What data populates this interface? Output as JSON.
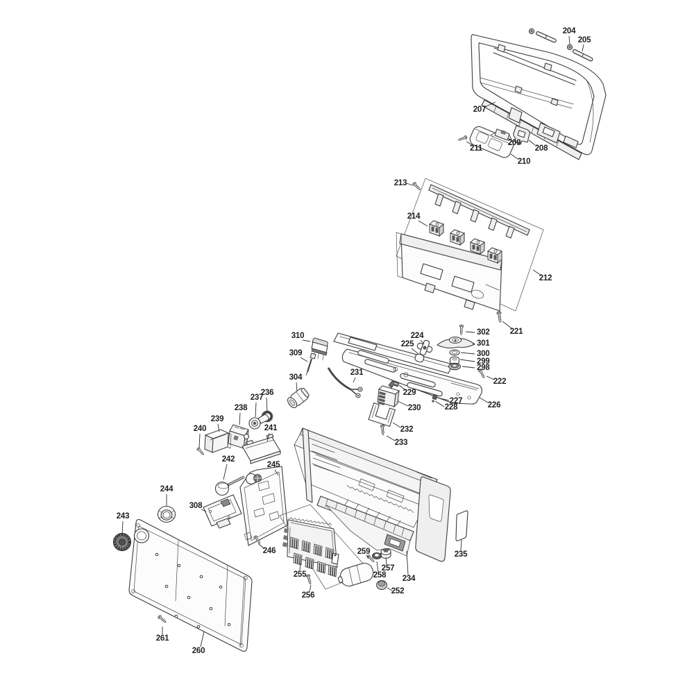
{
  "diagram": {
    "type": "exploded-parts-diagram",
    "background_color": "#ffffff",
    "line_color": "#3a3a3a",
    "label_color": "#1d1d1d",
    "callouts": [
      {
        "n": "204",
        "label": [
          820,
          48
        ],
        "line": [
          820,
          52,
          821,
          64
        ]
      },
      {
        "n": "205",
        "label": [
          842,
          61
        ],
        "line": [
          841,
          64,
          839,
          74
        ]
      },
      {
        "n": "207",
        "label": [
          691,
          161
        ],
        "line": [
          699,
          154,
          714,
          147
        ]
      },
      {
        "n": "208",
        "label": [
          780,
          217
        ],
        "line": [
          771,
          209,
          762,
          202
        ]
      },
      {
        "n": "209",
        "label": [
          741,
          209
        ],
        "line": [
          737,
          201,
          734,
          195
        ]
      },
      {
        "n": "210",
        "label": [
          755,
          236
        ],
        "line": [
          746,
          229,
          736,
          222
        ]
      },
      {
        "n": "211",
        "label": [
          686,
          217
        ],
        "line": [
          680,
          209,
          672,
          204
        ]
      },
      {
        "n": "212",
        "label": [
          786,
          404
        ],
        "line": [
          779,
          396,
          768,
          389
        ]
      },
      {
        "n": "213",
        "label": [
          577,
          267
        ],
        "line": [
          586,
          264,
          594,
          267
        ]
      },
      {
        "n": "214",
        "label": [
          596,
          315
        ],
        "line": [
          603,
          318,
          616,
          326
        ]
      },
      {
        "n": "221",
        "label": [
          744,
          481
        ],
        "line": [
          737,
          473,
          724,
          463
        ]
      },
      {
        "n": "222",
        "label": [
          720,
          553
        ],
        "line": [
          712,
          547,
          701,
          542
        ]
      },
      {
        "n": "224",
        "label": [
          601,
          487
        ],
        "line": [
          606,
          490,
          611,
          496
        ]
      },
      {
        "n": "225",
        "label": [
          587,
          499
        ],
        "line": [
          593,
          502,
          603,
          510
        ]
      },
      {
        "n": "226",
        "label": [
          712,
          587
        ],
        "line": [
          703,
          580,
          691,
          573
        ]
      },
      {
        "n": "227",
        "label": [
          657,
          581
        ],
        "line": [
          647,
          577,
          630,
          573
        ]
      },
      {
        "n": "228",
        "label": [
          650,
          590
        ],
        "line": [
          640,
          586,
          627,
          578
        ]
      },
      {
        "n": "229",
        "label": [
          590,
          569
        ],
        "line": [
          584,
          562,
          575,
          555
        ]
      },
      {
        "n": "230",
        "label": [
          597,
          591
        ],
        "line": [
          588,
          585,
          573,
          578
        ]
      },
      {
        "n": "231",
        "label": [
          514,
          540
        ],
        "line": [
          512,
          544,
          509,
          551
        ]
      },
      {
        "n": "232",
        "label": [
          586,
          622
        ],
        "line": [
          577,
          616,
          566,
          609
        ]
      },
      {
        "n": "233",
        "label": [
          578,
          641
        ],
        "line": [
          569,
          635,
          557,
          628
        ]
      },
      {
        "n": "234",
        "label": [
          589,
          837
        ],
        "line": [
          588,
          828,
          586,
          794
        ]
      },
      {
        "n": "235",
        "label": [
          664,
          802
        ],
        "line": [
          664,
          793,
          665,
          778
        ]
      },
      {
        "n": "236",
        "label": [
          385,
          569
        ],
        "line": [
          384,
          573,
          385,
          594
        ]
      },
      {
        "n": "237",
        "label": [
          370,
          576
        ],
        "line": [
          369,
          580,
          368,
          601
        ]
      },
      {
        "n": "238",
        "label": [
          347,
          591
        ],
        "line": [
          346,
          595,
          345,
          612
        ]
      },
      {
        "n": "239",
        "label": [
          313,
          607
        ],
        "line": [
          314,
          611,
          316,
          622
        ]
      },
      {
        "n": "240",
        "label": [
          288,
          621
        ],
        "line": [
          288,
          625,
          287,
          645
        ]
      },
      {
        "n": "241",
        "label": [
          390,
          620
        ],
        "line": [
          388,
          624,
          385,
          636
        ]
      },
      {
        "n": "242",
        "label": [
          329,
          665
        ],
        "line": [
          327,
          669,
          322,
          691
        ]
      },
      {
        "n": "243",
        "label": [
          177,
          747
        ],
        "line": [
          177,
          751,
          176,
          771
        ]
      },
      {
        "n": "244",
        "label": [
          240,
          708
        ],
        "line": [
          240,
          712,
          240,
          729
        ]
      },
      {
        "n": "245",
        "label": [
          394,
          673
        ],
        "line": [
          396,
          677,
          401,
          685
        ]
      },
      {
        "n": "246",
        "label": [
          388,
          797
        ],
        "line": [
          380,
          790,
          372,
          783
        ]
      },
      {
        "n": "252",
        "label": [
          573,
          855
        ],
        "line": [
          565,
          851,
          558,
          847
        ]
      },
      {
        "n": "255",
        "label": [
          432,
          831
        ],
        "line": [
          432,
          822,
          433,
          812
        ]
      },
      {
        "n": "256",
        "label": [
          444,
          861
        ],
        "line": [
          446,
          853,
          448,
          843
        ]
      },
      {
        "n": "257",
        "label": [
          559,
          822
        ],
        "line": [
          557,
          814,
          556,
          803
        ]
      },
      {
        "n": "258",
        "label": [
          547,
          832
        ],
        "line": [
          545,
          824,
          543,
          809
        ]
      },
      {
        "n": "259",
        "label": [
          524,
          798
        ],
        "line": [
          528,
          800,
          532,
          804
        ]
      },
      {
        "n": "260",
        "label": [
          286,
          941
        ],
        "line": [
          289,
          932,
          294,
          910
        ]
      },
      {
        "n": "261",
        "label": [
          234,
          923
        ],
        "line": [
          234,
          914,
          234,
          903
        ]
      },
      {
        "n": "298",
        "label": [
          687,
          533
        ],
        "anchor": "start",
        "line": [
          666,
          528,
          684,
          530
        ]
      },
      {
        "n": "299",
        "label": [
          687,
          524
        ],
        "anchor": "start",
        "line": [
          663,
          518,
          684,
          521
        ]
      },
      {
        "n": "300",
        "label": [
          687,
          513
        ],
        "anchor": "start",
        "line": [
          664,
          508,
          684,
          510
        ]
      },
      {
        "n": "301",
        "label": [
          687,
          498
        ],
        "anchor": "start",
        "line": [
          681,
          496,
          684,
          495
        ]
      },
      {
        "n": "302",
        "label": [
          687,
          482
        ],
        "anchor": "start",
        "line": [
          671,
          478,
          684,
          479
        ]
      },
      {
        "n": "304",
        "label": [
          426,
          547
        ],
        "line": [
          427,
          551,
          428,
          564
        ]
      },
      {
        "n": "308",
        "label": [
          282,
          732
        ],
        "line": [
          290,
          734,
          297,
          737
        ]
      },
      {
        "n": "309",
        "label": [
          426,
          512
        ],
        "line": [
          433,
          515,
          443,
          521
        ]
      },
      {
        "n": "310",
        "label": [
          429,
          487
        ],
        "line": [
          436,
          490,
          447,
          492
        ]
      }
    ]
  }
}
